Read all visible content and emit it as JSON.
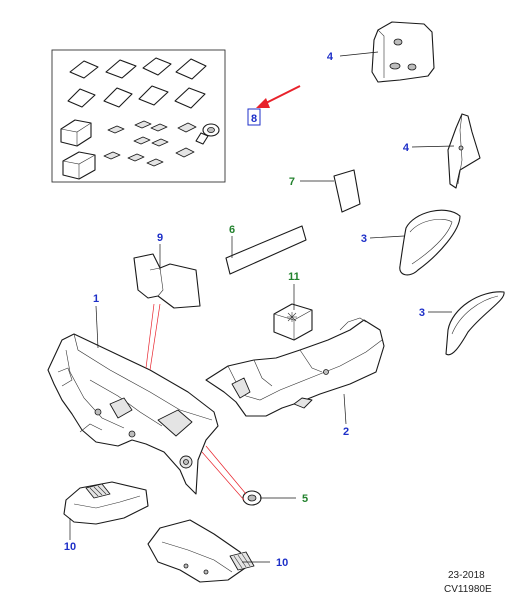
{
  "callouts": {
    "c1": "1",
    "c2": "2",
    "c3a": "3",
    "c3b": "3",
    "c4a": "4",
    "c4b": "4",
    "c5": "5",
    "c6": "6",
    "c7": "7",
    "c8": "8",
    "c9": "9",
    "c10a": "10",
    "c10b": "10",
    "c11": "11"
  },
  "footer": {
    "date_code": "23-2018",
    "drawing_id": "CV11980E"
  },
  "colors": {
    "label_blue": "#1d2fc8",
    "label_green": "#23822e",
    "highlight_arrow": "#e8212a",
    "line": "#1a1a1a"
  }
}
